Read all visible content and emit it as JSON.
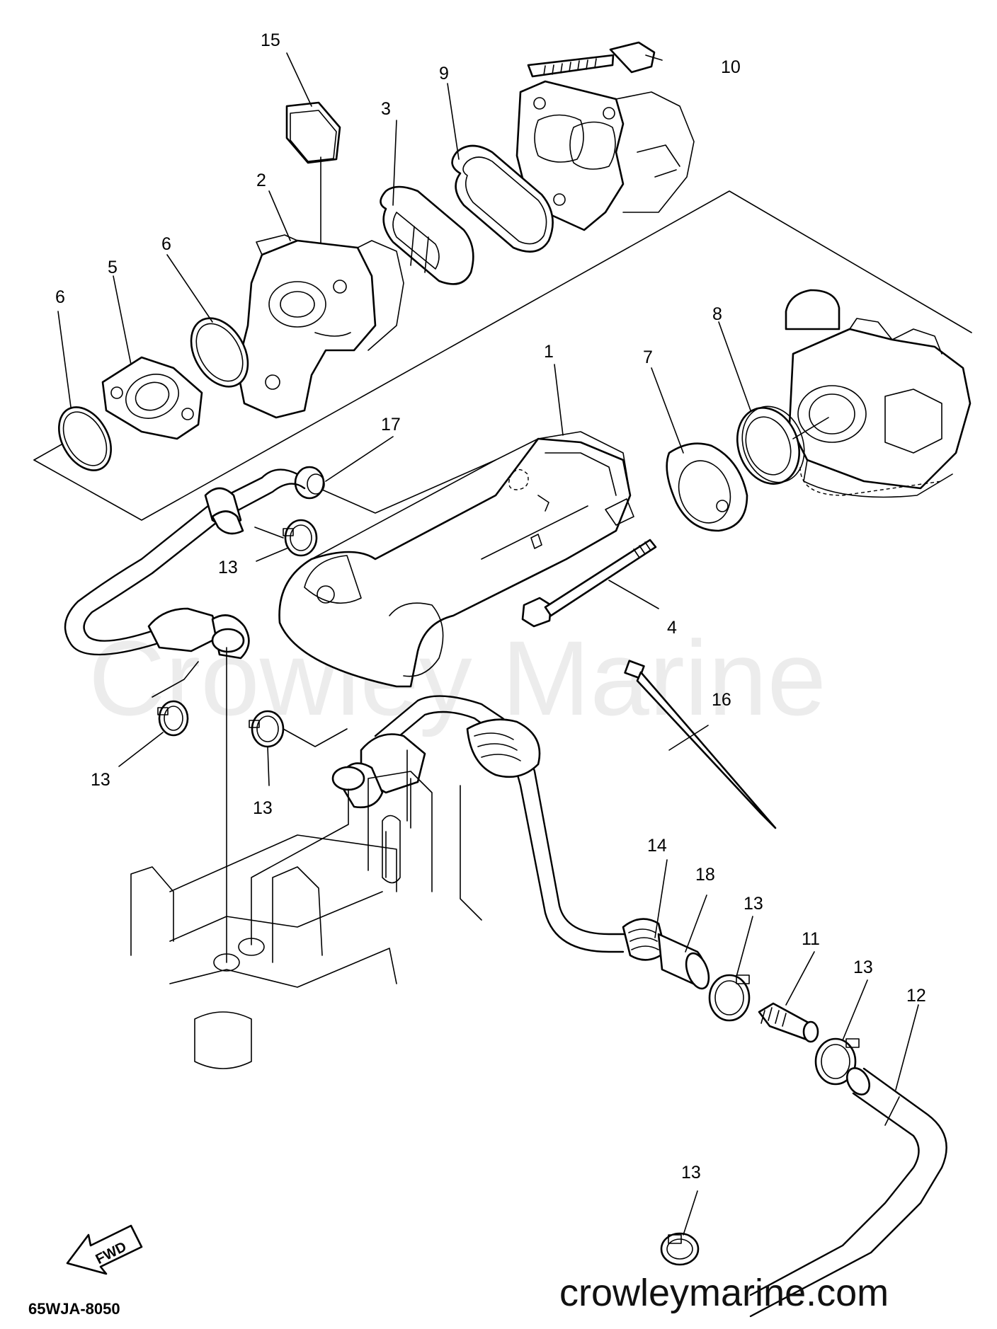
{
  "watermark": "Crowley Marine",
  "site_url": "crowleymarine.com",
  "diagram_code": "65WJA-8050",
  "fwd_label": "FWD",
  "callouts": [
    {
      "id": "c1",
      "text": "1"
    },
    {
      "id": "c2",
      "text": "2"
    },
    {
      "id": "c3",
      "text": "3"
    },
    {
      "id": "c4",
      "text": "4"
    },
    {
      "id": "c5",
      "text": "5"
    },
    {
      "id": "c6a",
      "text": "6"
    },
    {
      "id": "c6b",
      "text": "6"
    },
    {
      "id": "c7",
      "text": "7"
    },
    {
      "id": "c8",
      "text": "8"
    },
    {
      "id": "c9",
      "text": "9"
    },
    {
      "id": "c10",
      "text": "10"
    },
    {
      "id": "c11",
      "text": "11"
    },
    {
      "id": "c12",
      "text": "12"
    },
    {
      "id": "c13a",
      "text": "13"
    },
    {
      "id": "c13b",
      "text": "13"
    },
    {
      "id": "c13c",
      "text": "13"
    },
    {
      "id": "c13d",
      "text": "13"
    },
    {
      "id": "c13e",
      "text": "13"
    },
    {
      "id": "c13f",
      "text": "13"
    },
    {
      "id": "c14",
      "text": "14"
    },
    {
      "id": "c15",
      "text": "15"
    },
    {
      "id": "c16",
      "text": "16"
    },
    {
      "id": "c17",
      "text": "17"
    },
    {
      "id": "c18",
      "text": "18"
    }
  ]
}
